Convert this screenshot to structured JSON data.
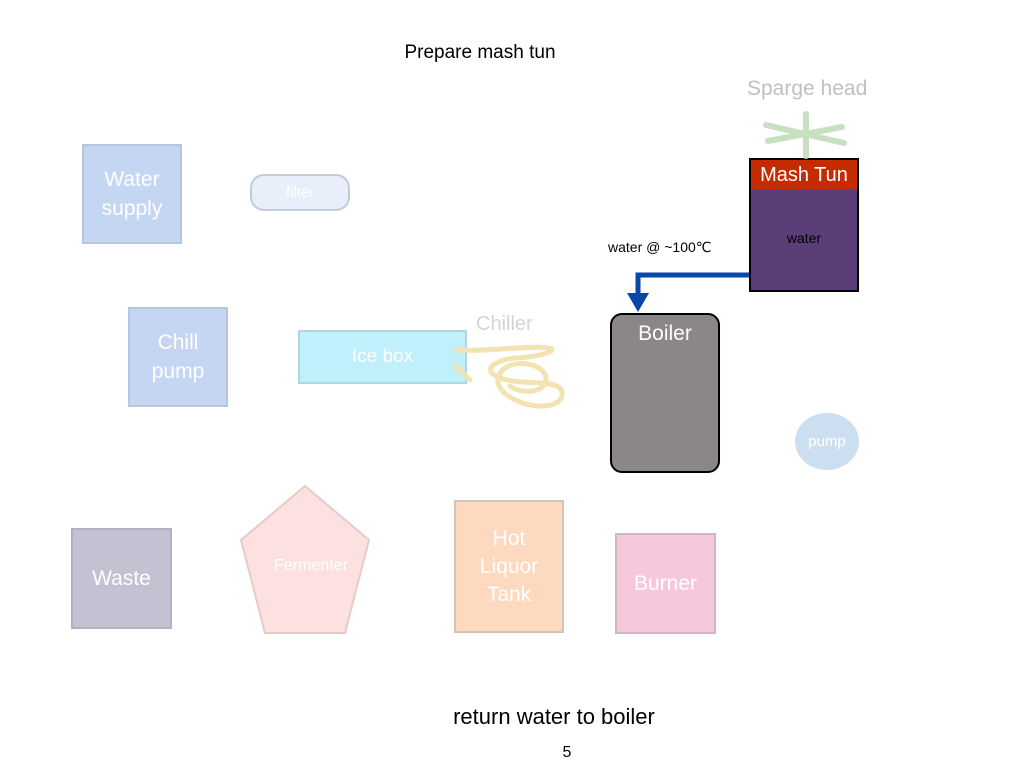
{
  "slide": {
    "title": "Prepare mash tun",
    "caption": "return water to boiler",
    "page_number": "5"
  },
  "components": {
    "water_supply": "Water supply",
    "filter": "filter",
    "sparge_head": "Sparge head",
    "mash_tun": "Mash Tun",
    "mash_tun_contents": "water",
    "chill_pump": "Chill pump",
    "ice_box": "Ice box",
    "chiller": "Chiller",
    "boiler": "Boiler",
    "pump": "pump",
    "waste": "Waste",
    "fermenter": "Fermenter",
    "hot_liquor_tank": "Hot Liquor Tank",
    "burner": "Burner"
  },
  "flows": {
    "water_transfer_label": "water @ ~100℃"
  },
  "colors": {
    "active_flow": "#0a47a8",
    "mash_tun_header": "#c62a00",
    "mash_tun_body": "#5a3e78",
    "boiler": "#8a8786",
    "faded_blue": "#c5d6f2",
    "ice_box": "#bff0fb",
    "chiller": "#f3e2b2",
    "waste": "#c2c2d2",
    "fermenter": "#fde0e0",
    "hot_liquor_tank": "#fdd9bf",
    "burner": "#f7c8dc",
    "sparge_head": "#c7e0c2"
  }
}
